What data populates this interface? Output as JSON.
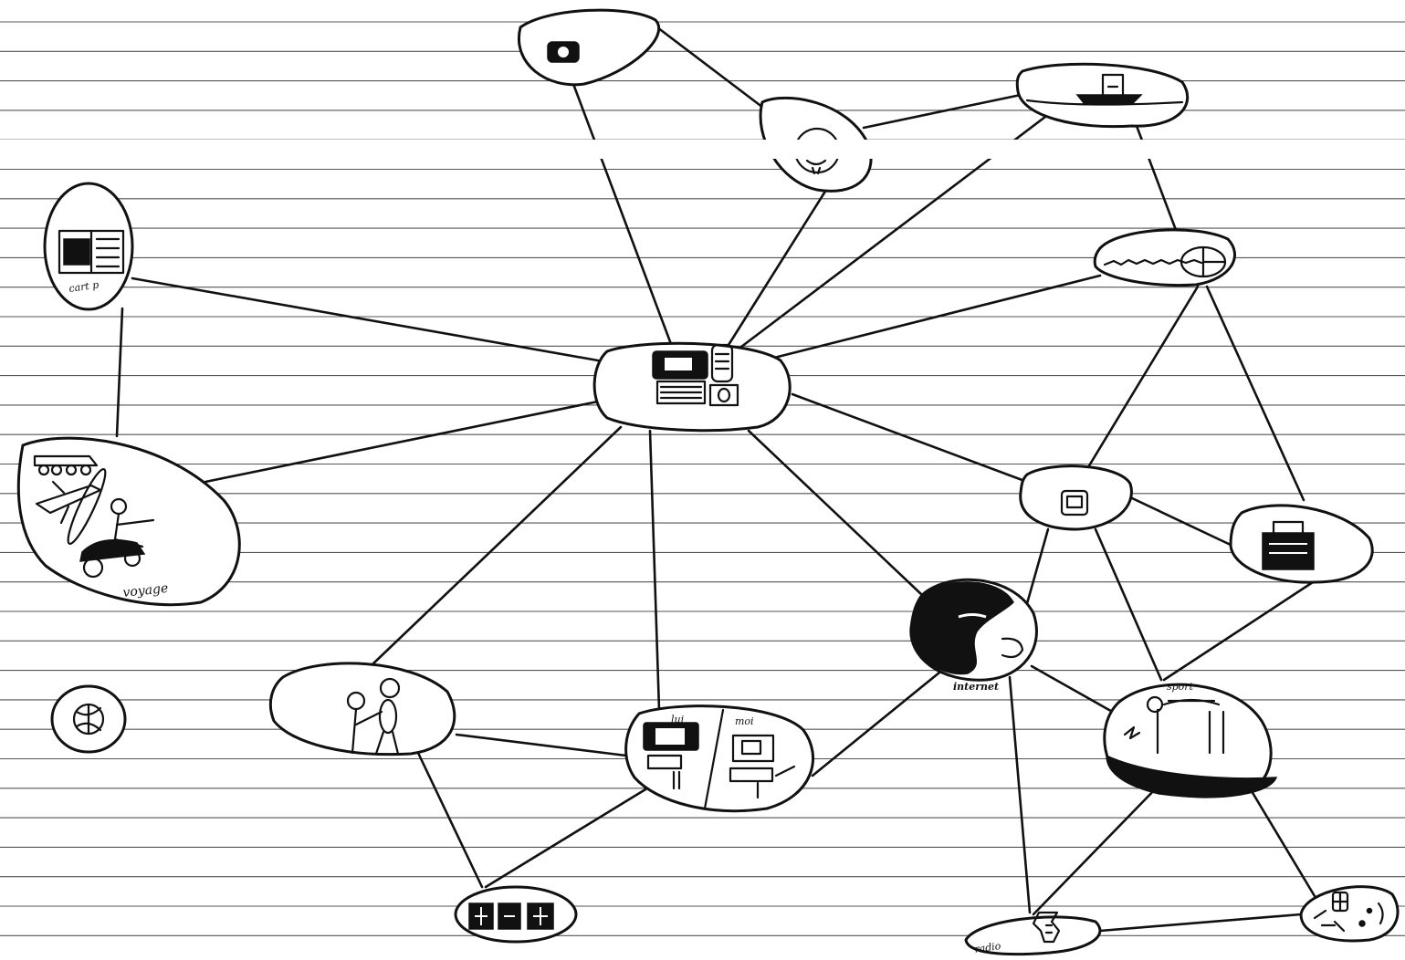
{
  "diagram": {
    "labels": {
      "cartes": "cart p",
      "voyage": "voyage",
      "internet": "internet",
      "sport": "sport",
      "lui": "lui",
      "moi": "moi",
      "radio": "radio"
    },
    "nodes": [
      {
        "id": "camera",
        "icon": "camera-icon"
      },
      {
        "id": "person",
        "icon": "face-icon"
      },
      {
        "id": "boat",
        "icon": "boat-icon"
      },
      {
        "id": "cards",
        "icon": "cards-icon"
      },
      {
        "id": "mouse",
        "icon": "mouse-icon"
      },
      {
        "id": "computer",
        "icon": "computer-icon"
      },
      {
        "id": "travel",
        "icon": "travel-icon"
      },
      {
        "id": "tv",
        "icon": "tv-icon"
      },
      {
        "id": "printer",
        "icon": "printer-icon"
      },
      {
        "id": "globe",
        "icon": "globe-icon"
      },
      {
        "id": "ball",
        "icon": "ball-icon"
      },
      {
        "id": "tennis",
        "icon": "tennis-player-icon"
      },
      {
        "id": "chat",
        "icon": "chat-computers-icon"
      },
      {
        "id": "sport",
        "icon": "stadium-icon"
      },
      {
        "id": "windows",
        "icon": "building-icon"
      },
      {
        "id": "radio",
        "icon": "radio-icon"
      },
      {
        "id": "map",
        "icon": "map-icon"
      }
    ],
    "edges": [
      [
        "camera",
        "person"
      ],
      [
        "camera",
        "computer"
      ],
      [
        "person",
        "boat"
      ],
      [
        "person",
        "computer"
      ],
      [
        "boat",
        "computer"
      ],
      [
        "boat",
        "mouse"
      ],
      [
        "cards",
        "computer"
      ],
      [
        "cards",
        "travel"
      ],
      [
        "mouse",
        "computer"
      ],
      [
        "mouse",
        "tv"
      ],
      [
        "mouse",
        "printer"
      ],
      [
        "computer",
        "travel"
      ],
      [
        "computer",
        "tv"
      ],
      [
        "computer",
        "globe"
      ],
      [
        "computer",
        "tennis"
      ],
      [
        "computer",
        "chat"
      ],
      [
        "tv",
        "printer"
      ],
      [
        "tv",
        "globe"
      ],
      [
        "tv",
        "sport"
      ],
      [
        "printer",
        "sport"
      ],
      [
        "globe",
        "chat"
      ],
      [
        "globe",
        "sport"
      ],
      [
        "globe",
        "radio"
      ],
      [
        "tennis",
        "chat"
      ],
      [
        "tennis",
        "windows"
      ],
      [
        "chat",
        "windows"
      ],
      [
        "sport",
        "radio"
      ],
      [
        "sport",
        "map"
      ],
      [
        "radio",
        "map"
      ]
    ]
  }
}
